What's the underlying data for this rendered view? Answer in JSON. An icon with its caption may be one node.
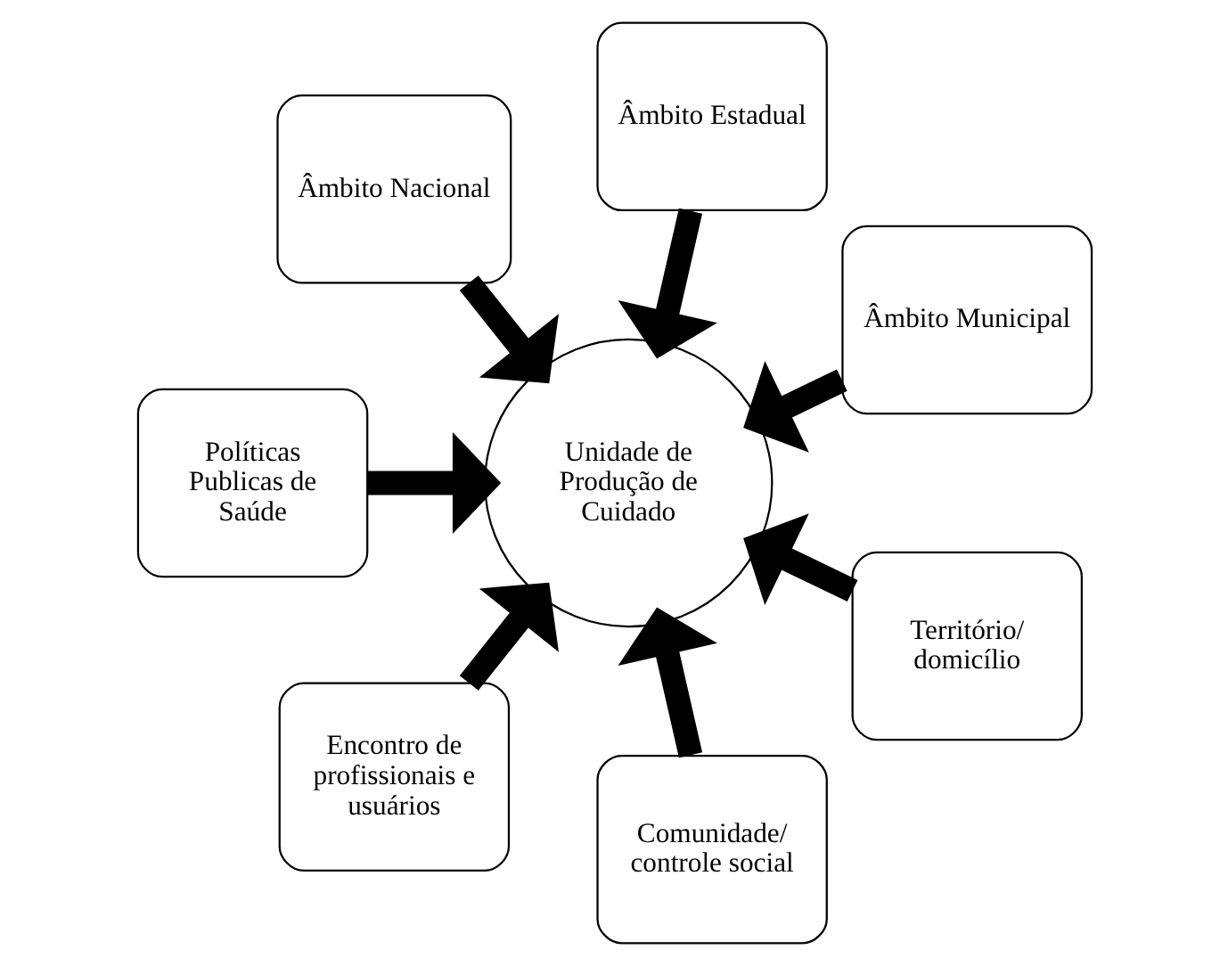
{
  "diagram": {
    "nodes": [
      {
        "text": [
          "Âmbito Estadual"
        ]
      },
      {
        "text": [
          "Âmbito Nacional"
        ]
      },
      {
        "text": [
          "Âmbito Municipal"
        ]
      },
      {
        "text": [
          "Unidade de Produção de Cuidado"
        ]
      },
      {
        "text": [
          "Políticas Publicas de Saúde"
        ]
      },
      {
        "text": [
          "Território/ domicílio"
        ]
      },
      {
        "text": [
          "Encontro de profissionais e usuários"
        ]
      },
      {
        "text": [
          "Comunidade/ controle social"
        ]
      }
    ],
    "edges": [
      {
        "from": 0,
        "to": 3,
        "arrow": "to"
      },
      {
        "from": 1,
        "to": 3,
        "arrow": "to"
      },
      {
        "from": 2,
        "to": 3,
        "arrow": "to"
      },
      {
        "from": 4,
        "to": 3,
        "arrow": "to"
      },
      {
        "from": 5,
        "to": 3,
        "arrow": "to"
      },
      {
        "from": 6,
        "to": 3,
        "arrow": "to"
      },
      {
        "from": 7,
        "to": 3,
        "arrow": "to"
      }
    ]
  }
}
